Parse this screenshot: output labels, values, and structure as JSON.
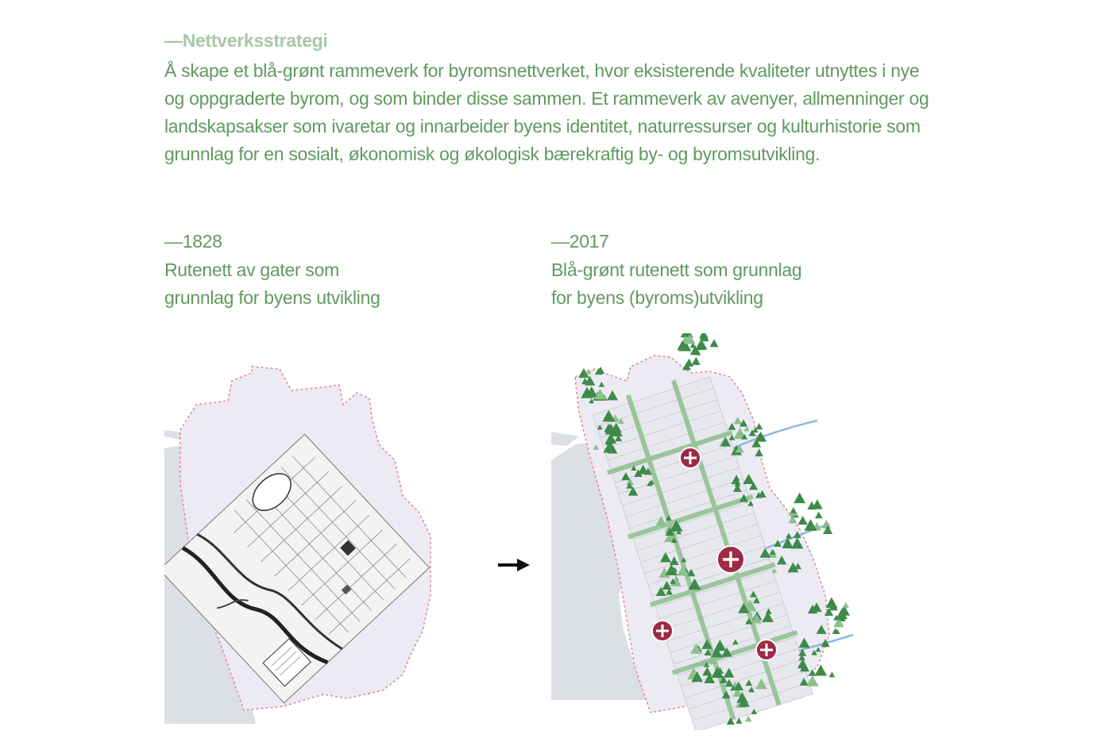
{
  "header": {
    "title": "—Nettverksstrategi",
    "lines": [
      "Å skape et blå-grønt rammeverk for byromsnettverket, hvor eksisterende kvaliteter utnyttes i nye",
      "og oppgraderte byrom, og som binder disse sammen. Et rammeverk av avenyer, allmenninger og",
      "landskapsakser som ivaretar og innarbeider byens identitet, naturressurser og kulturhistorie som",
      "grunnlag for en sosialt, økonomisk og økologisk bærekraftig by- og byromsutvikling."
    ]
  },
  "left_panel": {
    "year": "—1828",
    "caption_line1": "Rutenett av gater som",
    "caption_line2": "grunnlag for byens utvikling"
  },
  "right_panel": {
    "year": "—2017",
    "caption_line1": "Blå-grønt rutenett som grunnlag",
    "caption_line2": "for byens (byroms)utvikling"
  },
  "colors": {
    "text_green": "#5f9a5f",
    "heading_green": "#a7c8a7",
    "land_grey": "#dcdfe3",
    "boundary_fill": "#ecebf3",
    "boundary_dash": "#e08a9a",
    "tree_green": "#3e8a4a",
    "grid_green": "#8cc08c",
    "water_blue": "#8fb6de",
    "node_red": "#9e2a45"
  },
  "icons": {
    "transition": "arrow-right-icon",
    "node": "plus-circle-icon",
    "tree": "tree-triangle-icon"
  }
}
